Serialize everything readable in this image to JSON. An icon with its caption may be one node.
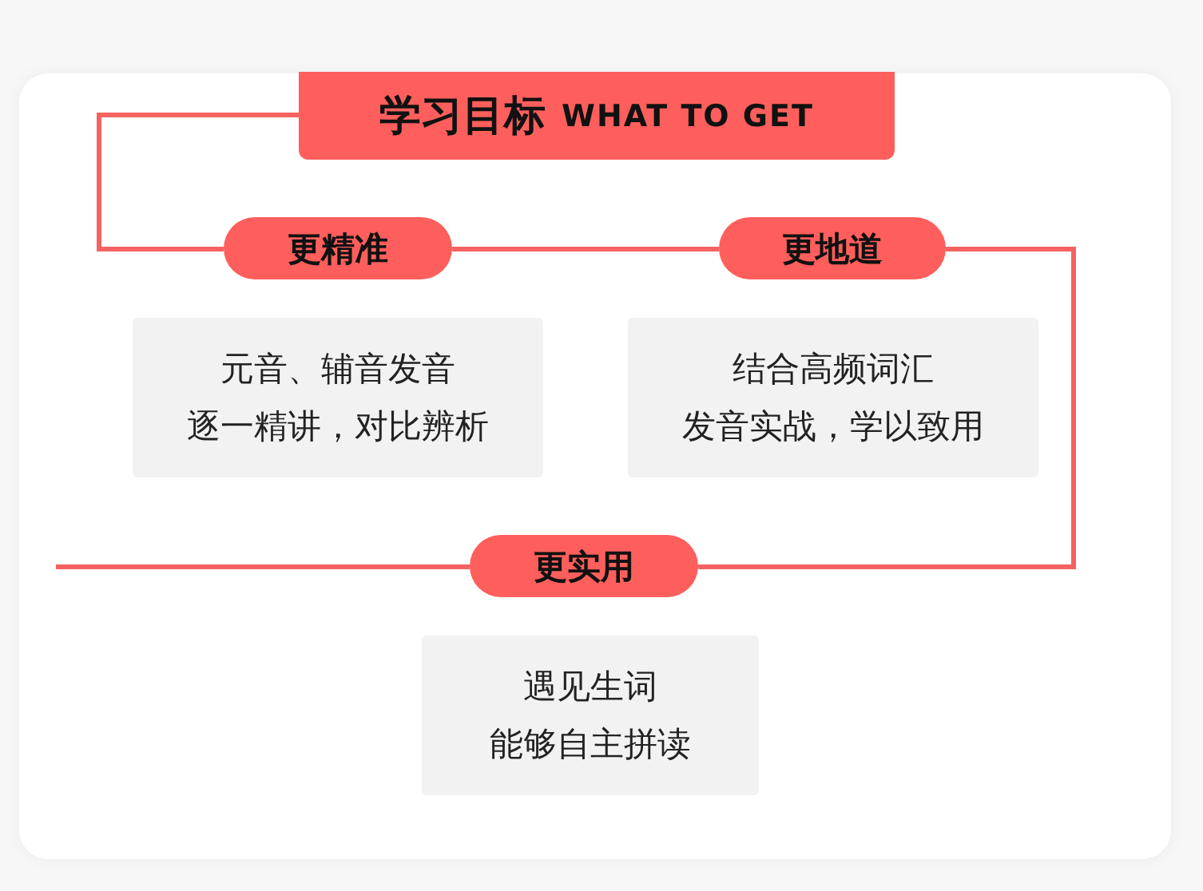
{
  "diagram": {
    "nodes": [
      {
        "text": [
          "学习目标",
          "WHAT TO GET"
        ]
      },
      {
        "text": [
          "更精准"
        ]
      },
      {
        "text": [
          "元音、辅音发音",
          "逐一精讲，对比辨析"
        ]
      },
      {
        "text": [
          "更地道"
        ]
      },
      {
        "text": [
          "结合高频词汇",
          "发音实战，学以致用"
        ]
      },
      {
        "text": [
          "更实用"
        ]
      },
      {
        "text": [
          "遇见生词",
          "能够自主拼读"
        ]
      }
    ],
    "edges": [
      {
        "from": 0,
        "to": 1,
        "arrow": "none"
      },
      {
        "from": 1,
        "to": 3,
        "arrow": "none"
      },
      {
        "from": 3,
        "to": 5,
        "arrow": "none"
      },
      {
        "from": 5,
        "to": null,
        "arrow": "none"
      }
    ]
  }
}
